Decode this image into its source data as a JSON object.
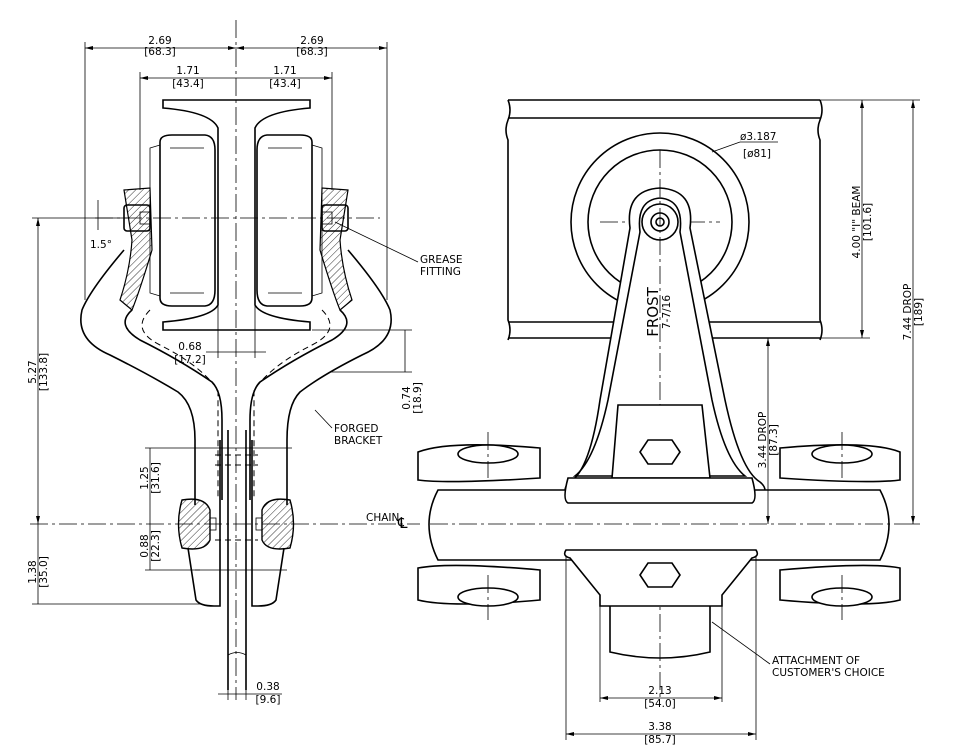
{
  "dimensions": {
    "left_half_width": "2.69",
    "left_half_width_mm": "[68.3]",
    "right_half_width": "2.69",
    "right_half_width_mm": "[68.3]",
    "left_inner_width": "1.71",
    "left_inner_width_mm": "[43.4]",
    "right_inner_width": "1.71",
    "right_inner_width_mm": "[43.4]",
    "angle": "1.5°",
    "web_offset": "0.68",
    "web_offset_mm": "[17.2]",
    "overall_height": "5.27",
    "overall_height_mm": "[133.8]",
    "flange_drop": "0.74",
    "flange_drop_mm": "[18.9]",
    "pin_height": "1.25",
    "pin_height_mm": "[31.6]",
    "pin_offset": "0.88",
    "pin_offset_mm": "[22.3]",
    "bottom_height": "1.38",
    "bottom_height_mm": "[35.0]",
    "thickness": "0.38",
    "thickness_mm": "[9.6]",
    "wheel_dia": "ø3.187",
    "wheel_dia_mm": "[ø81]",
    "beam_size": "4.00 \"I\" BEAM",
    "beam_size_mm": "[101.6]",
    "total_drop": "7.44 DROP",
    "total_drop_mm": "[189]",
    "chain_drop": "3.44 DROP",
    "chain_drop_mm": "[87.3]",
    "attach_width": "2.13",
    "attach_width_mm": "[54.0]",
    "bracket_width": "3.38",
    "bracket_width_mm": "[85.7]"
  },
  "labels": {
    "grease_1": "GREASE",
    "grease_2": "FITTING",
    "forged_1": "FORGED",
    "forged_2": "BRACKET",
    "chain": "CHAIN",
    "centerline": "℄",
    "attach_1": "ATTACHMENT OF",
    "attach_2": "CUSTOMER'S CHOICE",
    "brand": "FROST",
    "model": "7-7/16"
  }
}
